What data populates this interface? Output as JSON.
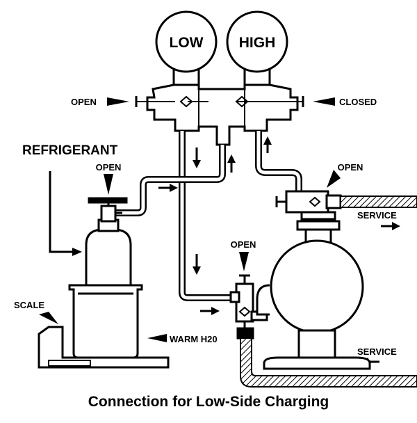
{
  "gauges": {
    "low": "LOW",
    "high": "HIGH"
  },
  "labels": {
    "low_valve_state": "OPEN",
    "high_valve_state": "CLOSED",
    "refrigerant": "REFRIGERANT",
    "cylinder_valve_state": "OPEN",
    "suction_valve_state": "OPEN",
    "discharge_valve_state": "OPEN",
    "service_upper": "SERVICE",
    "service_lower": "SERVICE",
    "scale": "SCALE",
    "warm_water": "WARM H20"
  },
  "caption": "Connection for Low-Side Charging"
}
